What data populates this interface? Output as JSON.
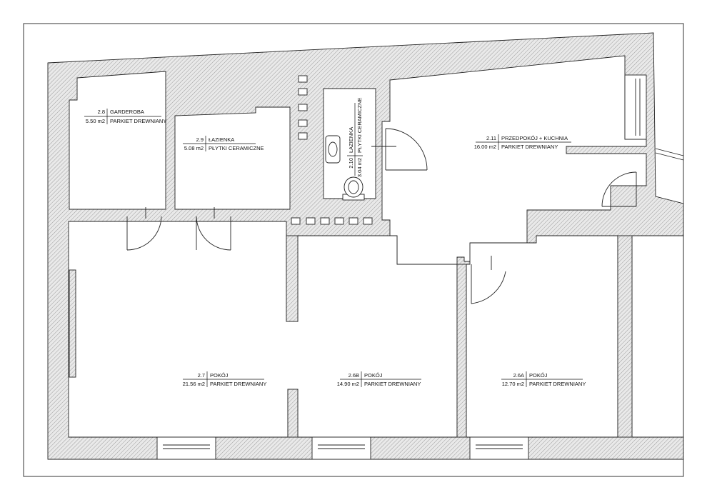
{
  "rooms": [
    {
      "id": "2.8",
      "name": "GARDEROBA",
      "area": "5.50 m2",
      "floor": "PARKIET DREWNIANY"
    },
    {
      "id": "2.9",
      "name": "ŁAZIENKA",
      "area": "5.08 m2",
      "floor": "PŁYTKI CERAMICZNE"
    },
    {
      "id": "2.10",
      "name": "ŁAZIENKA",
      "area": "3.04 m2",
      "floor": "PŁYTKI CERAMICZNE"
    },
    {
      "id": "2.11",
      "name": "PRZEDPOKÓJ + KUCHNIA",
      "area": "16.00 m2",
      "floor": "PARKIET DREWNIANY"
    },
    {
      "id": "2.7",
      "name": "POKÓJ",
      "area": "21.56 m2",
      "floor": "PARKIET DREWNIANY"
    },
    {
      "id": "2.6B",
      "name": "POKÓJ",
      "area": "14.90 m2",
      "floor": "PARKIET DREWNIANY"
    },
    {
      "id": "2.6A",
      "name": "POKÓJ",
      "area": "12.70 m2",
      "floor": "PARKIET DREWNIANY"
    }
  ]
}
